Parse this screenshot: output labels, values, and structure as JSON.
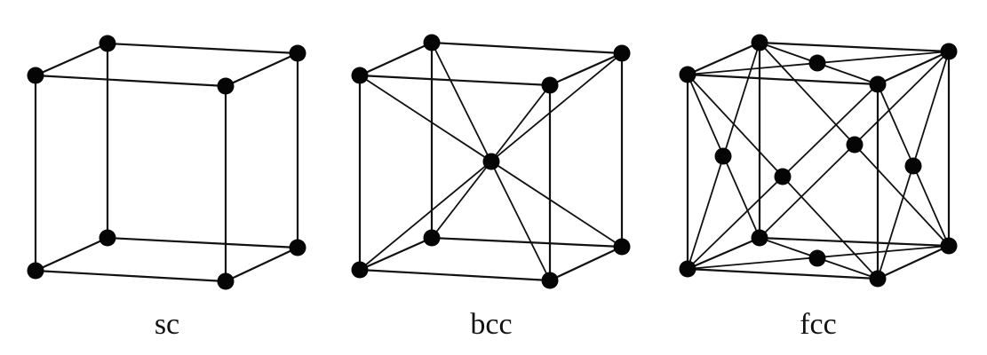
{
  "captions": {
    "sc": "sc",
    "bcc": "bcc",
    "fcc": "fcc"
  },
  "colors": {
    "line": "#111111",
    "atom": "#050505",
    "background": "#ffffff"
  },
  "lattices": [
    "sc",
    "bcc",
    "fcc"
  ]
}
